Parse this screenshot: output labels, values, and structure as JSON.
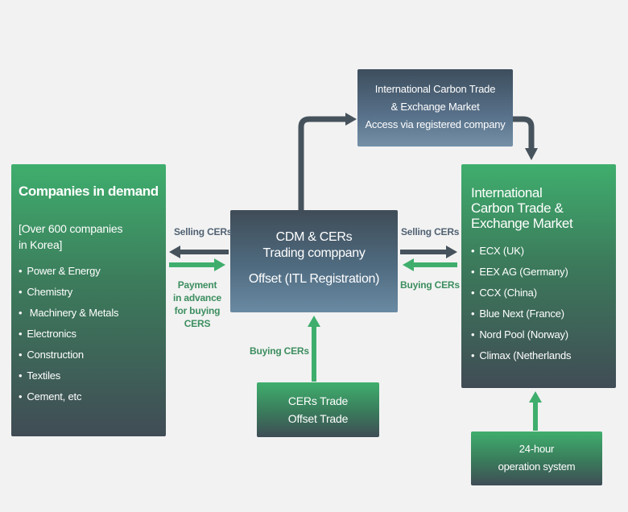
{
  "colors": {
    "green": "#3fae6d",
    "slate": "#46525c",
    "blue": "#5c7b95",
    "background": "#f2f2f2"
  },
  "left": {
    "title": "Companies in demand",
    "subtitle_1": "[Over 600 companies",
    "subtitle_2": "in Korea]",
    "items": [
      "Power & Energy",
      "Chemistry",
      " Machinery & Metals",
      "Electronics",
      "Construction",
      "Textiles",
      "Cement, etc"
    ]
  },
  "center": {
    "line1": "CDM & CERs",
    "line2": "Trading comppany",
    "line3": "Offset (ITL Registration)"
  },
  "top": {
    "line1": "International Carbon Trade",
    "line2": "& Exchange Market",
    "line3": "Access via registered company"
  },
  "right": {
    "title_1": "International",
    "title_2": "Carbon Trade &",
    "title_3": "Exchange Market",
    "items": [
      "ECX (UK)",
      "EEX AG (Germany)",
      "CCX (China)",
      "Blue Next (France)",
      "Nord Pool (Norway)",
      "Climax (Netherlands"
    ]
  },
  "bottom": {
    "line1": "CERs Trade",
    "line2": "Offset Trade"
  },
  "bottom_right": {
    "line1": "24-hour",
    "line2": "operation system"
  },
  "labels": {
    "selling_left": "Selling CERs",
    "payment_1": "Payment",
    "payment_2": "in advance",
    "payment_3": "for buying",
    "payment_4": "CERS",
    "selling_right": "Selling CERs",
    "buying_right": "Buying CERs",
    "buying_bottom": "Buying CERs"
  }
}
